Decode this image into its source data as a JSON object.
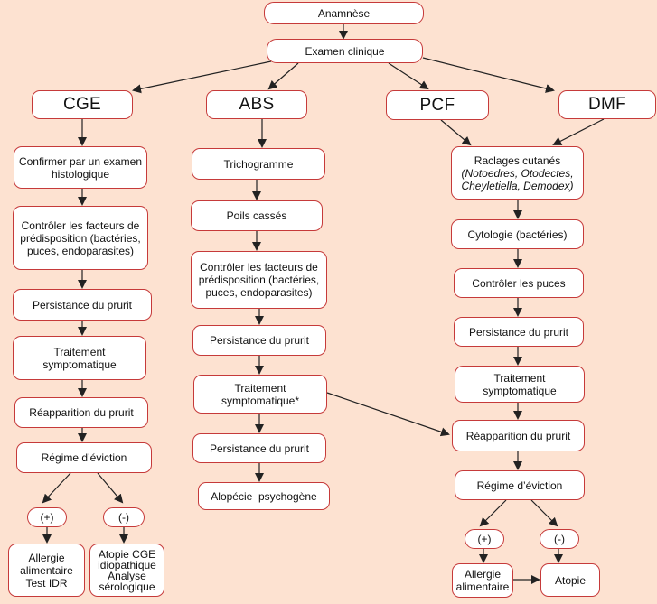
{
  "top": {
    "anamnese": "Anamnèse",
    "examen": "Examen clinique"
  },
  "cge": {
    "title": "CGE",
    "step1": [
      "Confirmer par un examen",
      "histologique"
    ],
    "step2": [
      "Contrôler les facteurs de",
      "prédisposition (bactéries,",
      "puces, endoparasites)"
    ],
    "step3": "Persistance du prurit",
    "step4": [
      "Traitement",
      "symptomatique"
    ],
    "step5": "Réapparition du prurit",
    "step6": "Régime d’éviction",
    "pos": "(+)",
    "neg": "(-)",
    "out_pos": [
      "Allergie",
      "alimentaire",
      "Test IDR"
    ],
    "out_neg": [
      "Atopie CGE",
      "idiopathique",
      "Analyse",
      "sérologique"
    ]
  },
  "abs": {
    "title": "ABS",
    "step1": "Trichogramme",
    "step2": "Poils cassés",
    "step3": [
      "Contrôler les facteurs de",
      "prédisposition (bactéries,",
      "puces, endoparasites)"
    ],
    "step4": "Persistance du prurit",
    "step5": [
      "Traitement",
      "symptomatique*"
    ],
    "step6": "Persistance du prurit",
    "step7": "Alopécie  psychogène"
  },
  "pcf": {
    "title": "PCF"
  },
  "dmf": {
    "title": "DMF",
    "step1": [
      "Raclages cutanés",
      "(Notoedres, Otodectes,",
      "Cheyletiella, Demodex)"
    ],
    "step2": "Cytologie (bactéries)",
    "step3": "Contrôler les puces",
    "step4": "Persistance du prurit",
    "step5": [
      "Traitement",
      "symptomatique"
    ],
    "step6": "Réapparition du prurit",
    "step7": "Régime d’éviction",
    "pos": "(+)",
    "neg": "(-)",
    "out_pos": [
      "Allergie",
      "alimentaire"
    ],
    "out_neg": "Atopie"
  },
  "colors": {
    "background": "#fde2d1",
    "box_fill": "#ffffff",
    "box_border": "#c63a3a",
    "arrow": "#222222"
  }
}
